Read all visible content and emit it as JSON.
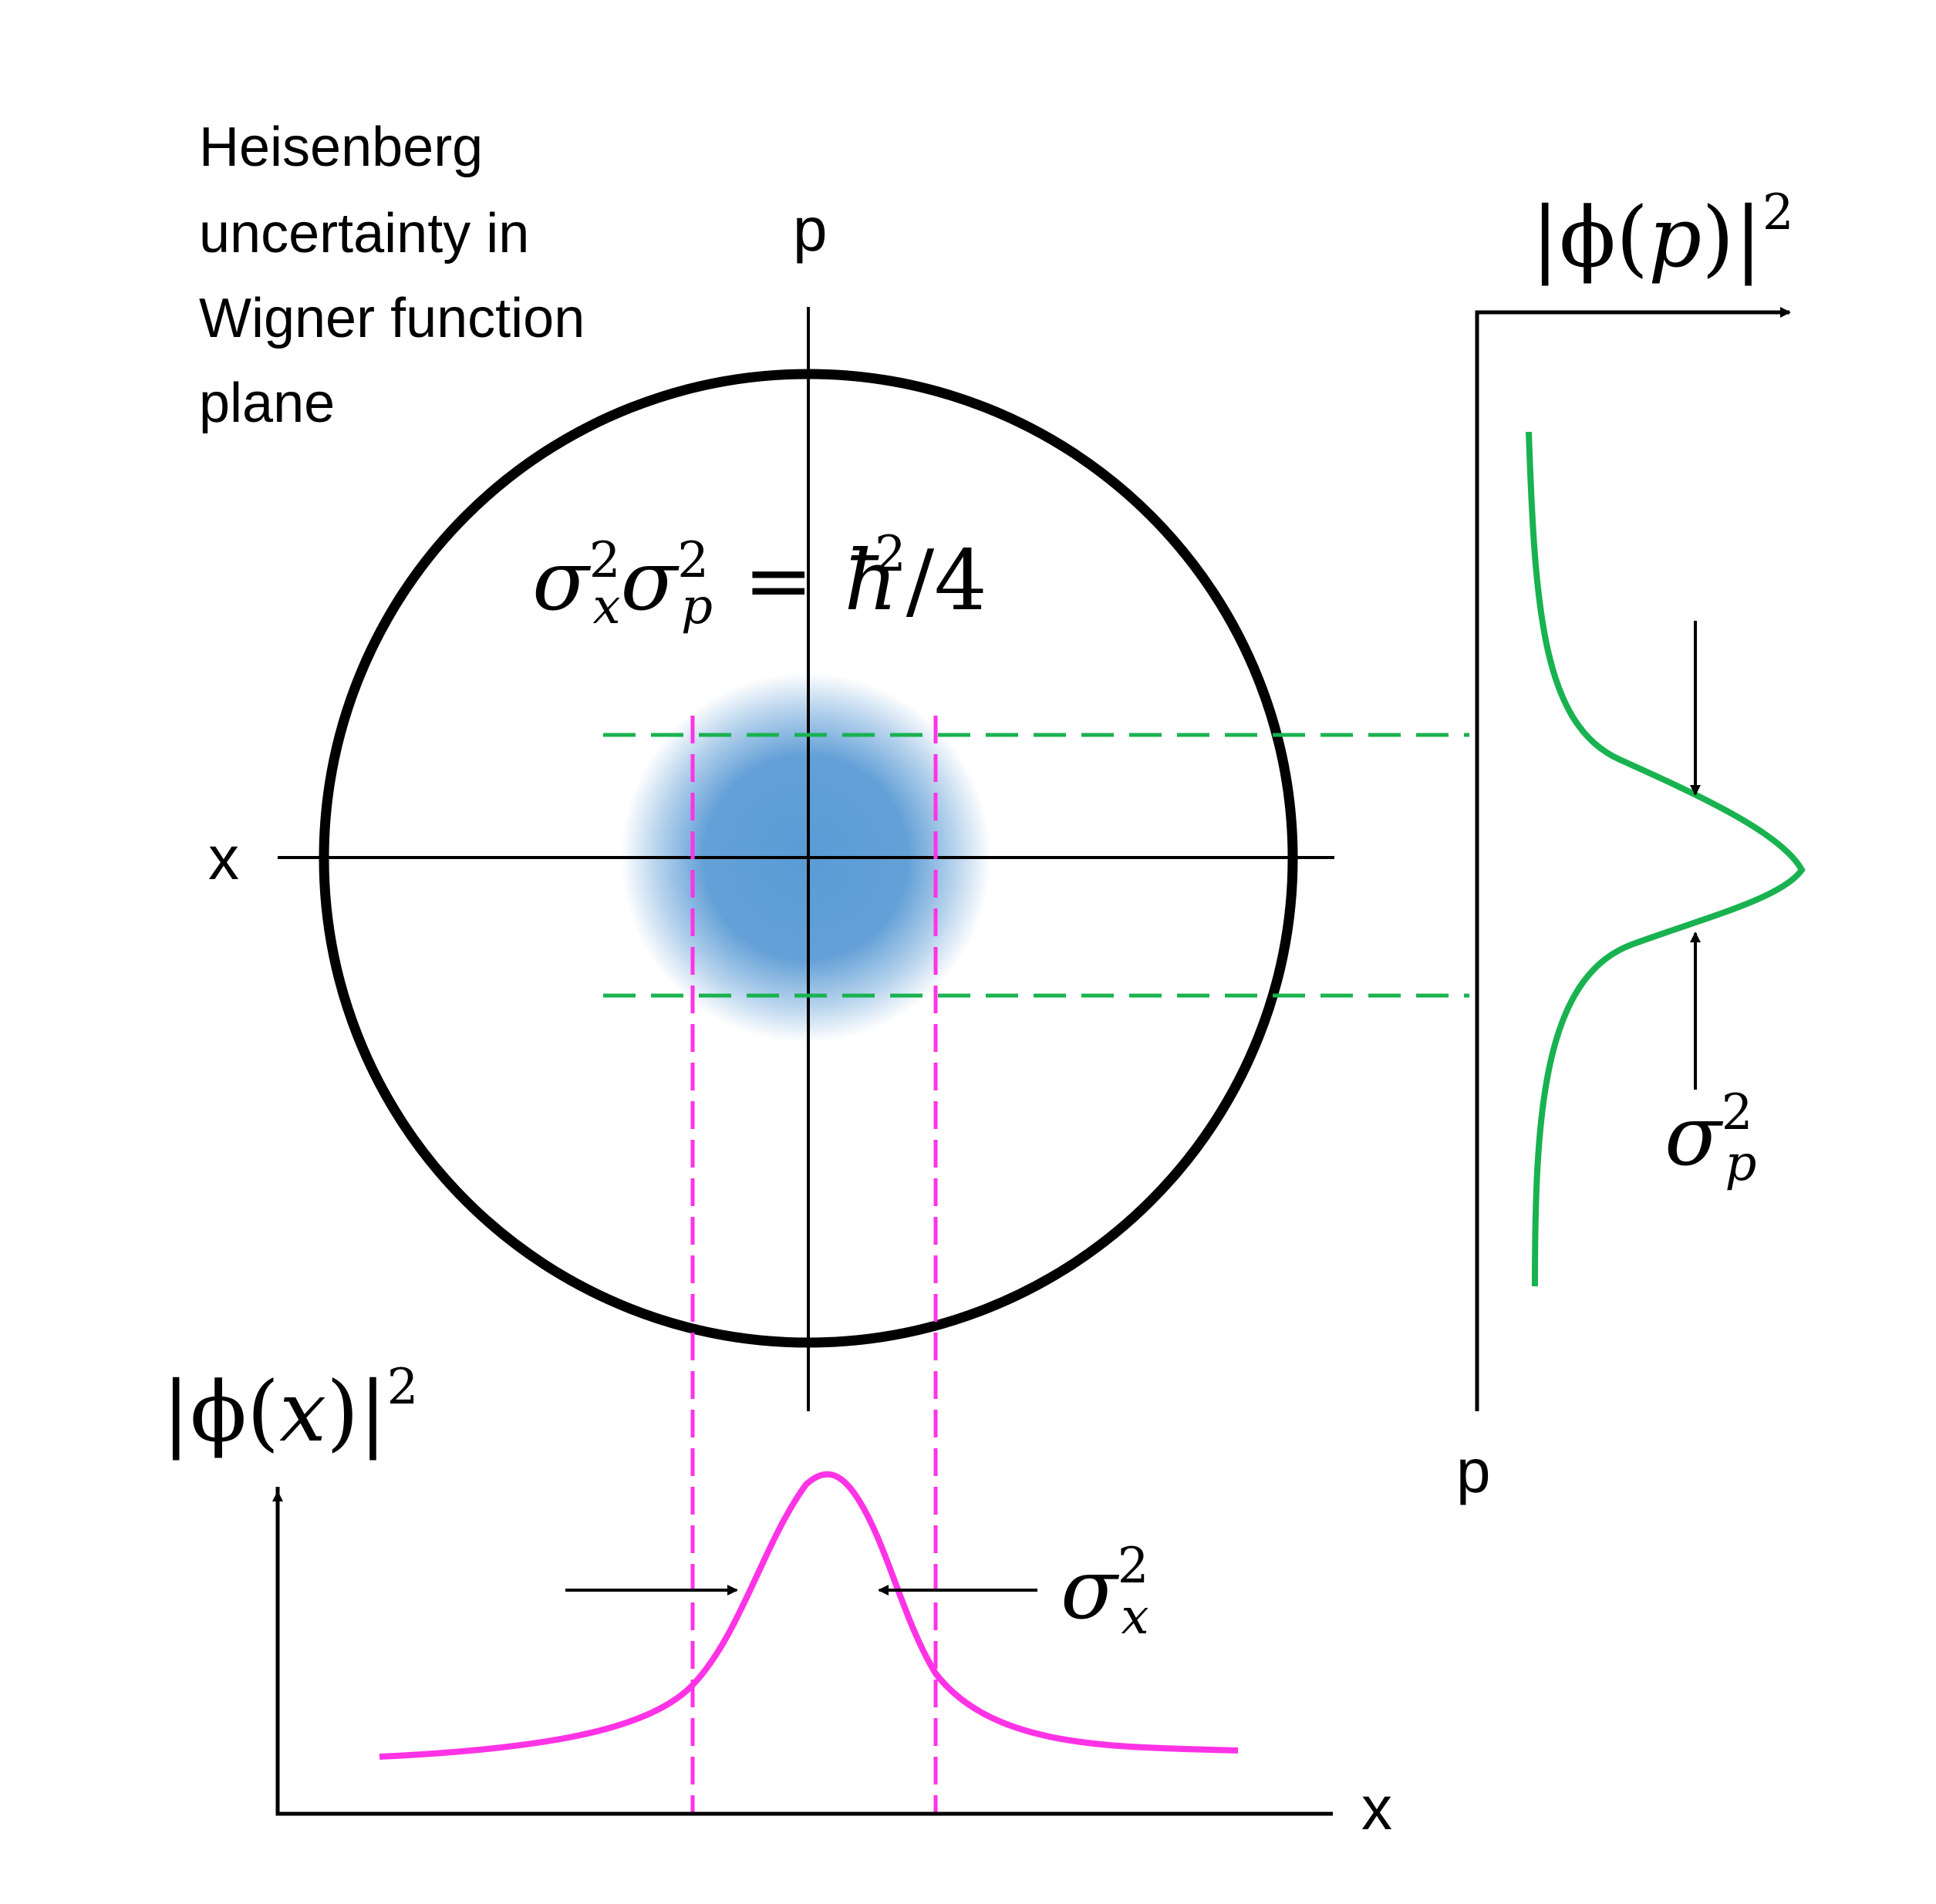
{
  "title_lines": [
    "Heisenberg",
    "uncertainty in",
    "Wigner function",
    "plane"
  ],
  "axes": {
    "phase_x_label": "x",
    "phase_p_label": "p",
    "bottom_x_label": "x",
    "right_p_label": "p"
  },
  "equation": {
    "lhs": "σ",
    "sub_x": "x",
    "sup_2a": "2",
    "mid": "σ",
    "sub_p": "p",
    "sup_2b": "2",
    "eq": "=",
    "hbar": "ħ",
    "sup_2c": "2",
    "rhs": "/4"
  },
  "phi_x_label": {
    "open": "|ϕ(",
    "var": "x",
    "close": ")|",
    "sup": "2"
  },
  "phi_p_label": {
    "open": "|ϕ(",
    "var": "p",
    "close": ")|",
    "sup": "2"
  },
  "sigma_x_label": {
    "sym": "σ",
    "sub": "x",
    "sup": "2"
  },
  "sigma_p_label": {
    "sym": "σ",
    "sub": "p",
    "sup": "2"
  },
  "colors": {
    "circle": "#000000",
    "blob": "#5b9bd5",
    "green": "#19b250",
    "magenta": "#ff33e6",
    "axis": "#000000"
  }
}
